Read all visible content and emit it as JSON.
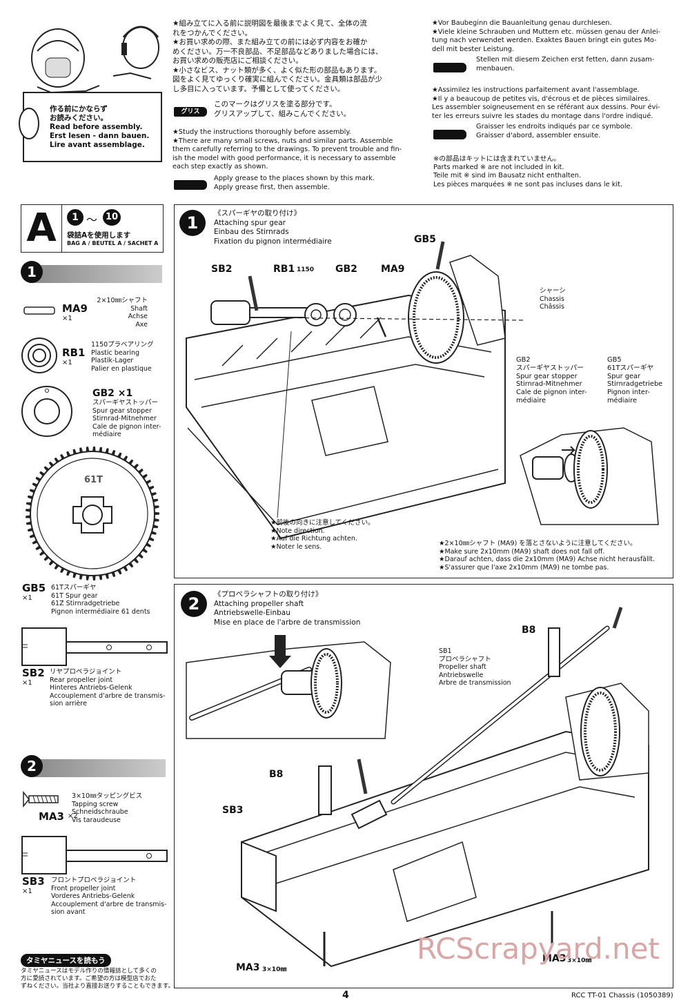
{
  "header": {
    "mascot_caption": "作る前にかならず\nお読みください。\nRead before assembly.\nErst lesen - dann bauen.\nLire avant assemblage.",
    "jp_block": "★組み立てに入る前に説明図を最後までよく見て、全体の流\nれをつかんでください。\n★お買い求めの際、また組み立ての前には必ず内容をお確か\nめください。万一不良部品、不足部品などありました場合には、\nお買い求めの販売店にご相談ください。\n★小さなビス、ナット類が多く、よく似た形の部品もあります。\n図をよく見てゆっくり確実に組んでください。金具類は部品が少\nし多目に入っています。予備として使ってください。",
    "jp_grease_tag": "グリス",
    "jp_grease_text": "このマークはグリスを塗る部分です。\nグリスアップして、組みこんでください。",
    "en_block": "★Study the instructions thoroughly before assembly.\n★There are many small screws, nuts and similar parts. Assemble\nthem carefully referring to the drawings. To prevent trouble and fin-\nish the model with good performance, it is necessary to assemble\neach step exactly as shown.",
    "en_grease": "Apply grease to the places shown by this mark.\nApply grease first, then assemble.",
    "de_block": "★Vor Baubeginn die Bauanleitung genau durchlesen.\n★Viele kleine Schrauben und Muttern etc. müssen genau der Anlei-\ntung nach verwendet werden. Exaktes Bauen bringt ein gutes Mo-\ndell mit bester Leistung.",
    "de_grease": "Stellen mit diesem Zeichen erst fetten, dann zusam-\nmenbauen.",
    "fr_block": "★Assimilez les instructions parfaitement avant  l'assemblage.\n★Il y a beaucoup de petites vis, d'écrous et de pièces similaires.\nLes assembler soigneusement en se référant aux dessins. Pour évi-\nter les erreurs suivre les stades du montage dans l'ordre indiqué.",
    "fr_grease": "Graisser les endroits indiqués par ce symbole.\nGraisser d'abord, assembler ensuite.",
    "not_included": "※の部品はキットには含まれていません。\nParts marked ※ are not included in kit.\nTeile mit ※ sind im Bausatz nicht enthalten.\nLes pièces marquées ※ ne sont pas incluses dans le kit."
  },
  "bag": {
    "letter": "A",
    "step_from": "1",
    "tilde": "〜",
    "step_to": "10",
    "jp": "袋詰Aを使用します",
    "label": "BAG A / BEUTEL A / SACHET A"
  },
  "parts_step1": {
    "num": "1",
    "items": [
      {
        "code": "MA9",
        "count": "×1",
        "desc": "2×10㎜シャフト\nShaft\nAchse\nAxe"
      },
      {
        "code": "RB1",
        "count": "×1",
        "desc": "1150プラベアリング\nPlastic bearing\nPlastik-Lager\nPalier en plastique"
      },
      {
        "code": "GB2 ×1",
        "count": "",
        "desc": "スパーギヤストッパー\nSpur gear stopper\nStirnrad-Mitnehmer\nCale de pignon inter-\nmédiaire"
      },
      {
        "code": "GB5",
        "count": "×1",
        "desc": "61Tスパーギヤ\n61T Spur gear\n61Z Stirnradgetriebe\nPignon intermédiaire 61 dents",
        "gear_label": "61T"
      },
      {
        "code": "SB2",
        "count": "×1",
        "desc": "リヤプロペラジョイント\nRear propeller joint\nHinteres Antriebs-Gelenk\nAccouplement d'arbre de transmis-\nsion arrière"
      }
    ]
  },
  "parts_step2": {
    "num": "2",
    "items": [
      {
        "code": "MA3",
        "count": "×2",
        "desc": "3×10㎜タッピングビス\nTapping screw\nSchneidschraube\nVis taraudeuse"
      },
      {
        "code": "SB3",
        "count": "×1",
        "desc": "フロントプロペラジョイント\nFront propeller joint\nVorderes Antriebs-Gelenk\nAccouplement d'arbre de transmis-\nsion avant"
      }
    ]
  },
  "news": {
    "title": "タミヤニュースを読もう",
    "body": "タミヤニュースはモデル作りの情報誌として多くの\n方に愛読されています。ご希望の方は模型店でおた\nずねください。当社より直接お送りすることもできます。"
  },
  "step1": {
    "num": "1",
    "title": "《スパーギヤの取り付け》\nAttaching spur gear\nEinbau des Stirnrads\nFixation du pignon intermédiaire",
    "labels": {
      "sb2": "SB2",
      "rb1": "RB1",
      "rb1_size": "1150",
      "gb2": "GB2",
      "ma9": "MA9",
      "gb5": "GB5"
    },
    "chassis": "シャーシ\nChassis\nChâssis",
    "inset_gb2": "GB2\nスパーギヤストッパー\nSpur gear stopper\nStirnrad-Mitnehmer\nCale de pignon inter-\nmédiaire",
    "inset_gb5": "GB5\n61Tスパーギヤ\nSpur gear\nStirnradgetriebe\nPignon inter-\nmédiaire",
    "direction_note": "★前後の向きに注意してください。\n★Note direction.\n★Auf die Richtung achten.\n★Noter le sens.",
    "shaft_note": "★2×10㎜シャフト (MA9) を落とさないように注意してください。\n★Make sure 2x10mm (MA9) shaft does not fall off.\n★Darauf achten, dass die 2x10mm (MA9) Achse nicht herausfällt.\n★S'assurer que l'axe 2x10mm (MA9) ne tombe pas."
  },
  "step2": {
    "num": "2",
    "title": "《プロペラシャフトの取り付け》\nAttaching propeller shaft\nAntriebswelle-Einbau\nMise en place de l'arbre de transmission",
    "b8_top": "B8",
    "sb1": "SB1\nプロペラシャフト\nPropeller shaft\nAntriebswelle\nArbre de transmission",
    "b8_left": "B8",
    "sb3": "SB3",
    "ma3_left": "MA3",
    "ma3_left_size": "3×10㎜",
    "ma3_right": "MA3",
    "ma3_right_size": "3×10㎜"
  },
  "footer": {
    "page": "4",
    "model": "RCC TT-01 Chassis (1050389)",
    "watermark": "RCScrapyard.net"
  }
}
